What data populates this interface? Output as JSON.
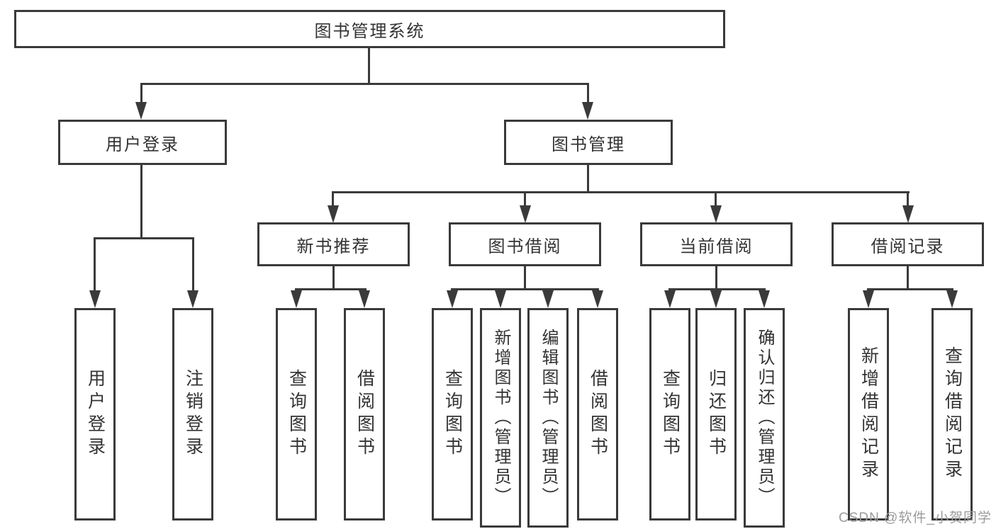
{
  "diagram_title": "图书管理系统",
  "colors": {
    "line": "#3a3a3a",
    "box_border": "#3a3a3a",
    "text": "#333333",
    "box_background": "#ffffff",
    "page_background": "#ffffff",
    "watermark": "#9b9b9b"
  },
  "tree": {
    "root": {
      "label": "图书管理系统",
      "children": [
        {
          "label": "用户登录",
          "children": [
            {
              "label": "用户登录"
            },
            {
              "label": "注销登录"
            }
          ]
        },
        {
          "label": "图书管理",
          "children": [
            {
              "label": "新书推荐",
              "children": [
                {
                  "label": "查询图书"
                },
                {
                  "label": "借阅图书"
                }
              ]
            },
            {
              "label": "图书借阅",
              "children": [
                {
                  "label": "查询图书"
                },
                {
                  "label": "新增图书（管理员）"
                },
                {
                  "label": "编辑图书（管理员）"
                },
                {
                  "label": "借阅图书"
                }
              ]
            },
            {
              "label": "当前借阅",
              "children": [
                {
                  "label": "查询图书"
                },
                {
                  "label": "归还图书"
                },
                {
                  "label": "确认归还（管理员）"
                }
              ]
            },
            {
              "label": "借阅记录",
              "children": [
                {
                  "label": "新增借阅记录"
                },
                {
                  "label": "查询借阅记录"
                }
              ]
            }
          ]
        }
      ]
    }
  },
  "watermark": {
    "text": "CSDN @软件_小贺同学"
  }
}
